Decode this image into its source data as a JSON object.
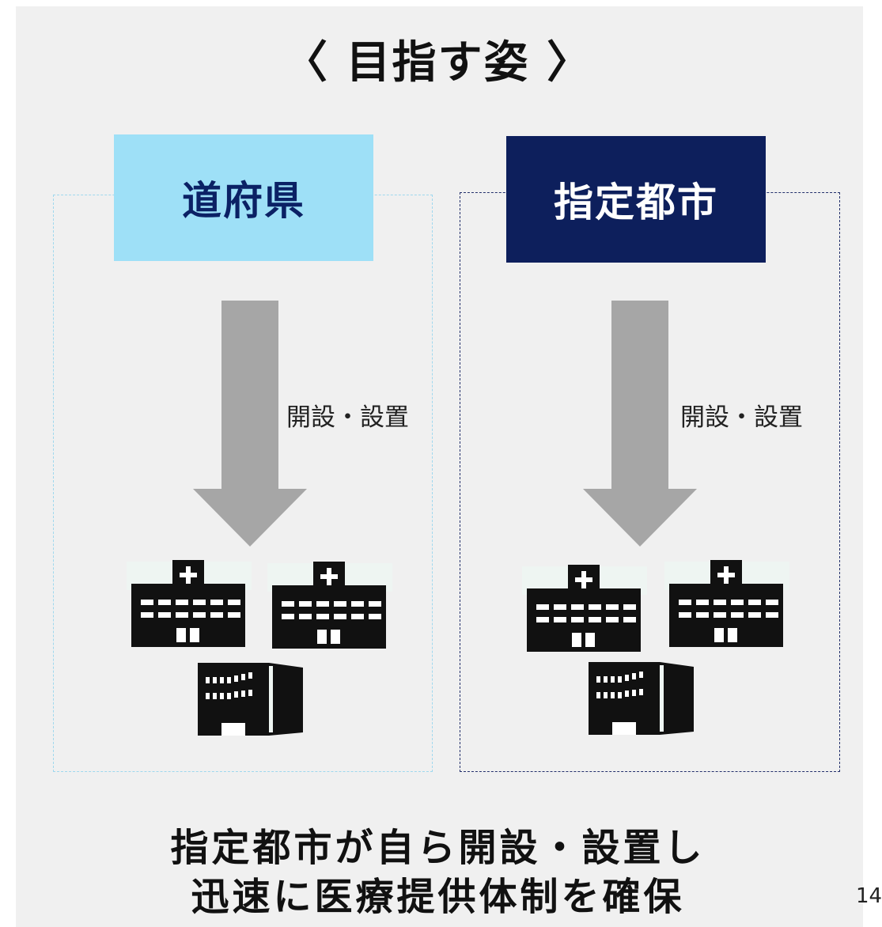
{
  "title": "〈 目指す姿 〉",
  "left": {
    "header": "道府県",
    "arrow_label": "開設・設置"
  },
  "right": {
    "header": "指定都市",
    "arrow_label": "開設・設置"
  },
  "footer": {
    "line1": "指定都市が自ら開設・設置し",
    "line2": "迅速に医療提供体制を確保"
  },
  "page_number": "14",
  "colors": {
    "panel": "#f0f0f0",
    "left_header_bg": "#9ee0f7",
    "left_header_text": "#0b2165",
    "right_header_bg": "#0d1f5c",
    "right_header_text": "#ffffff",
    "arrow": "#a6a6a6",
    "icon": "#111111"
  },
  "icons": [
    "hospital-icon",
    "hospital-icon",
    "office-building-icon"
  ]
}
